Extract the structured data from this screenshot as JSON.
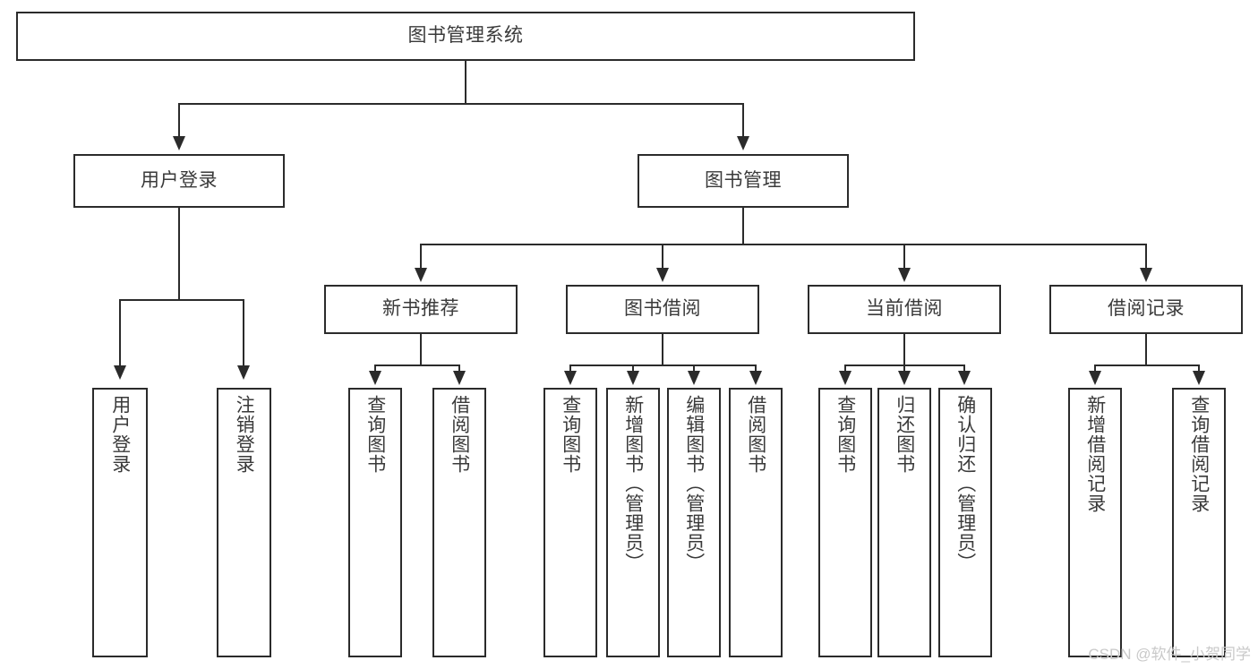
{
  "diagram": {
    "type": "tree-hierarchy",
    "title": "图书管理系统",
    "watermark": "CSDN @软件_小贺同学",
    "colors": {
      "box_border": "#2b2b2b",
      "box_fill": "#ffffff",
      "text": "#3a3a3a",
      "connector": "#2b2b2b",
      "watermark": "#c9c9c9",
      "background": "#ffffff"
    },
    "root": {
      "label": "图书管理系统"
    },
    "level2": [
      {
        "label": "用户登录"
      },
      {
        "label": "图书管理"
      }
    ],
    "level3": [
      {
        "label": "新书推荐"
      },
      {
        "label": "图书借阅"
      },
      {
        "label": "当前借阅"
      },
      {
        "label": "借阅记录"
      }
    ],
    "leaves": {
      "user_login": [
        {
          "label": "用户登录"
        },
        {
          "label": "注销登录"
        }
      ],
      "new_book": [
        {
          "label": "查询图书"
        },
        {
          "label": "借阅图书"
        }
      ],
      "book_borrow": [
        {
          "label": "查询图书"
        },
        {
          "label": "新增图书（管理员）"
        },
        {
          "label": "编辑图书（管理员）"
        },
        {
          "label": "借阅图书"
        }
      ],
      "current_borrow": [
        {
          "label": "查询图书"
        },
        {
          "label": "归还图书"
        },
        {
          "label": "确认归还（管理员）"
        }
      ],
      "borrow_record": [
        {
          "label": "新增借阅记录"
        },
        {
          "label": "查询借阅记录"
        }
      ]
    }
  }
}
